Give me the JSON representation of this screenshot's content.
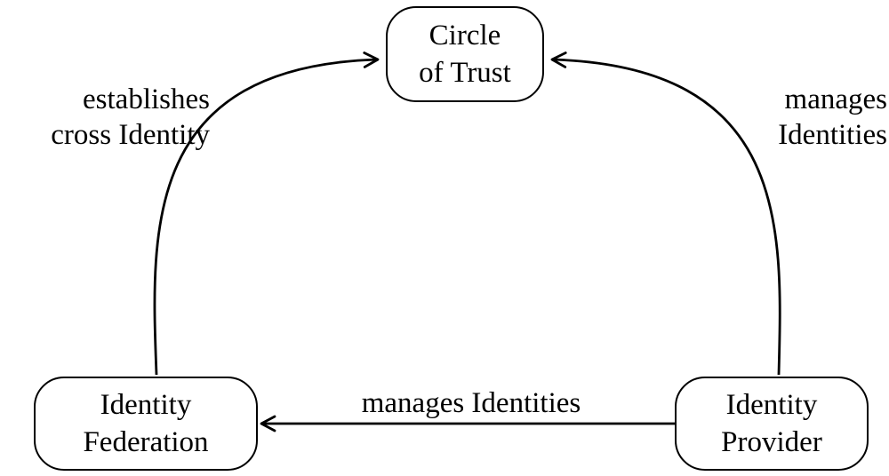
{
  "nodes": {
    "circle_of_trust": {
      "line1": "Circle",
      "line2": "of Trust"
    },
    "identity_federation": {
      "line1": "Identity",
      "line2": "Federation"
    },
    "identity_provider": {
      "line1": "Identity",
      "line2": "Provider"
    }
  },
  "edges": {
    "federation_to_trust": {
      "line1": "establishes",
      "line2": "cross Identity"
    },
    "provider_to_trust": {
      "line1": "manages",
      "line2": "Identities"
    },
    "provider_to_federation": {
      "text": "manages Identities"
    }
  },
  "colors": {
    "stroke": "#000000",
    "background": "#ffffff"
  }
}
